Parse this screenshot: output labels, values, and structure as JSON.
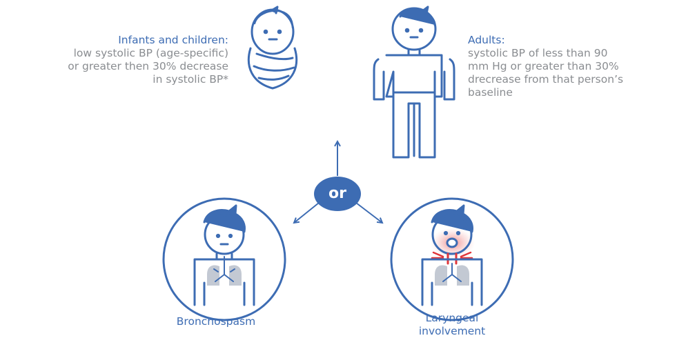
{
  "colors": {
    "line": "#3d6cb3",
    "circle_fill": "#3d6cb3",
    "lung_fill": "#c3c9d3",
    "hair": "#3d6cb3",
    "throat_red": "#e0363a",
    "throat_pink": "#f6c9c9",
    "text_gray": "#8a8d91",
    "background": "#ffffff"
  },
  "infants": {
    "heading": "Infants and children:",
    "lines": [
      "low systolic BP (age-specific)",
      "or greater then 30% decrease",
      "in systolic BP*"
    ]
  },
  "adults": {
    "heading": "Adults:",
    "lines": [
      "systolic BP of less than 90",
      "mm Hg or greater than 30%",
      "drecrease from that person’s",
      "baseline"
    ]
  },
  "center": {
    "label": "or"
  },
  "bronchospasm": {
    "caption": "Bronchospasm"
  },
  "laryngeal": {
    "caption_line1": "Laryngeal",
    "caption_line2": "involvement"
  },
  "icons": {
    "infant": "swaddled-infant-icon",
    "adult": "standing-adult-icon",
    "bronchospasm": "bronchospasm-patient-icon",
    "laryngeal": "laryngeal-patient-icon"
  }
}
